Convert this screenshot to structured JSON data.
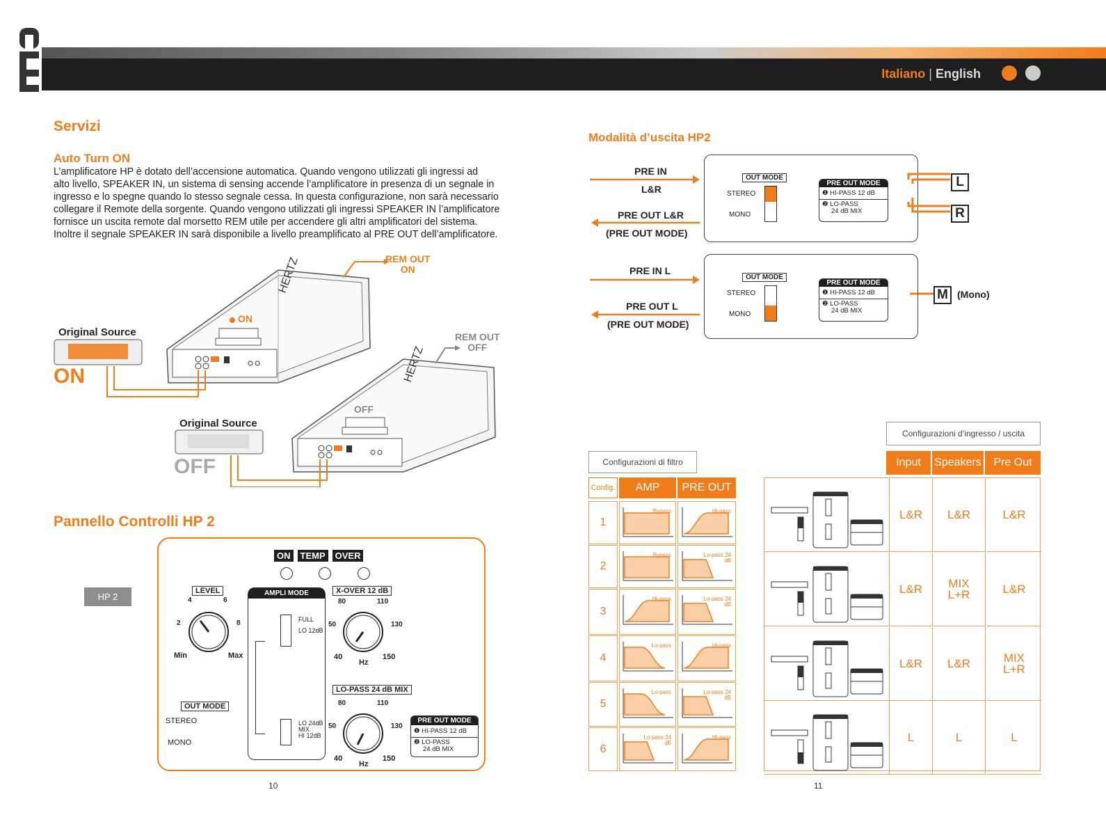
{
  "header": {
    "logo": "HP",
    "lang_active": "Italiano",
    "lang_sep": "|",
    "lang_other": "English",
    "dot_colors": [
      "#f07d1a",
      "#cccccc"
    ]
  },
  "left": {
    "section_title": "Servizi",
    "subsection_title": "Auto Turn ON",
    "paragraph_lines": [
      "L’amplificatore HP è dotato dell’accensione automatica. Quando vengono utilizzati gli ingressi ad",
      "alto livello, SPEAKER IN, un sistema di sensing accende l’amplificatore in presenza di un segnale in",
      "ingresso e lo spegne quando lo stesso segnale cessa. In questa configurazione, non sarà necessario",
      "collegare il Remote della sorgente. Quando vengono utilizzati gli ingressi SPEAKER IN l’amplificatore",
      "fornisce un uscita remote dal morsetto REM utile per accendere gli altri amplificatori  del sistema.",
      "Inoltre il segnale SPEAKER IN sarà disponibile a livello preamplificato al PRE OUT dell’amplificatore."
    ],
    "diagram": {
      "rem_out_on_1": "REM OUT",
      "rem_out_on_2": "ON",
      "rem_out_off_1": "REM OUT",
      "rem_out_off_2": "OFF",
      "source_label": "Original Source",
      "on_big": "ON",
      "off_big": "OFF",
      "amp_on": "ON",
      "amp_off": "OFF",
      "brand": "HERTZ"
    },
    "panel_title": "Pannello Controlli HP 2",
    "hp2_tag": "HP 2",
    "panel": {
      "leds": [
        "ON",
        "TEMP",
        "OVER"
      ],
      "level": "LEVEL",
      "level_ticks": [
        "4",
        "6",
        "2",
        "8",
        "Min",
        "Max"
      ],
      "ampli_mode": "AMPLI MODE",
      "full": "FULL",
      "lo12": "LO 12dB",
      "lo24": "LO 24dB",
      "mix": "MIX",
      "hi12": "HI 12dB",
      "xover": "X-OVER 12 dB",
      "lopass": "LO-PASS 24 dB MIX",
      "hz": "Hz",
      "freq_ticks": [
        "80",
        "110",
        "50",
        "130",
        "40",
        "150"
      ],
      "out_mode": "OUT MODE",
      "stereo": "STEREO",
      "mono": "MONO",
      "pre_out_mode": "PRE OUT MODE",
      "hipass12": "HI-PASS 12 dB",
      "lopass_a": "LO-PASS",
      "lopass_b": "24 dB MIX"
    },
    "page_number": "10"
  },
  "right": {
    "section_title": "Modalità d’uscita HP2",
    "diag1": {
      "pre_in": "PRE IN",
      "lr": "L&R",
      "pre_out": "PRE OUT L&R",
      "pre_out_mode": "(PRE OUT MODE)",
      "out_L": "L",
      "out_R": "R"
    },
    "diag2": {
      "pre_in": "PRE IN L",
      "pre_out": "PRE OUT L",
      "pre_out_mode": "(PRE OUT MODE)",
      "out_M": "M",
      "mono_note": "(Mono)"
    },
    "filter_box_label": "Configurazioni di filtro",
    "filter_table": {
      "headers": [
        "Config.",
        "AMP",
        "PRE OUT"
      ],
      "rows": [
        {
          "n": "1",
          "amp": "Bypass",
          "pre": "Hi-pass"
        },
        {
          "n": "2",
          "amp": "Bypass",
          "pre": "Lo-pass 24 dB"
        },
        {
          "n": "3",
          "amp": "Hi-pass",
          "pre": "Lo-pass 24 dB"
        },
        {
          "n": "4",
          "amp": "Lo-pass",
          "pre": "Hi-pass"
        },
        {
          "n": "5",
          "amp": "Lo-pass",
          "pre": "Lo-pass 24 dB"
        },
        {
          "n": "6",
          "amp": "Lo-pass 24 dB",
          "pre": "Hi-pass"
        }
      ]
    },
    "io_box_label": "Configurazioni d’ingresso / uscita",
    "io_table": {
      "headers": [
        "Input",
        "Speakers",
        "Pre Out"
      ],
      "rows": [
        [
          "L&R",
          "L&R",
          "L&R"
        ],
        [
          "L&R",
          "MIX L+R",
          "L&R"
        ],
        [
          "L&R",
          "L&R",
          "MIX L+R"
        ],
        [
          "L",
          "L",
          "L"
        ]
      ]
    },
    "page_number": "11"
  }
}
